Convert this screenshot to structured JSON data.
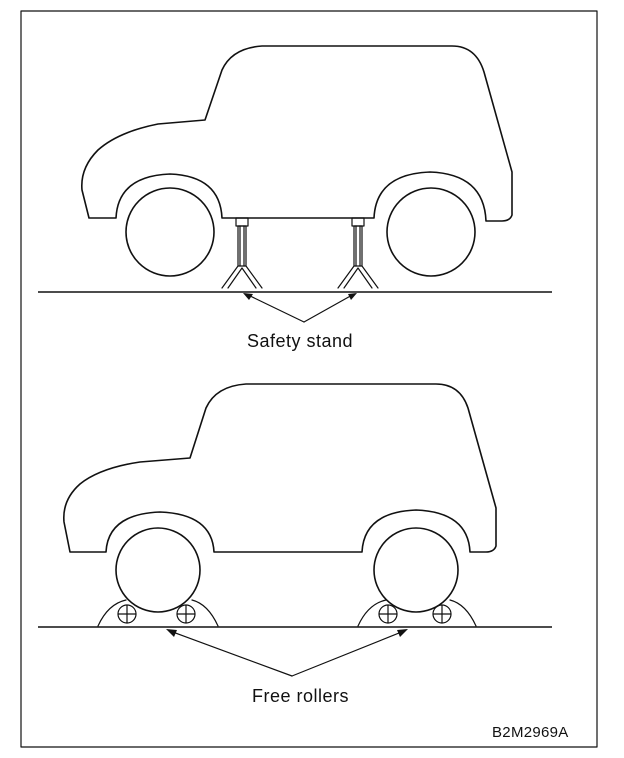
{
  "labels": {
    "safety_stand": "Safety stand",
    "free_rollers": "Free rollers",
    "figure_code": "B2M2969A"
  }
}
